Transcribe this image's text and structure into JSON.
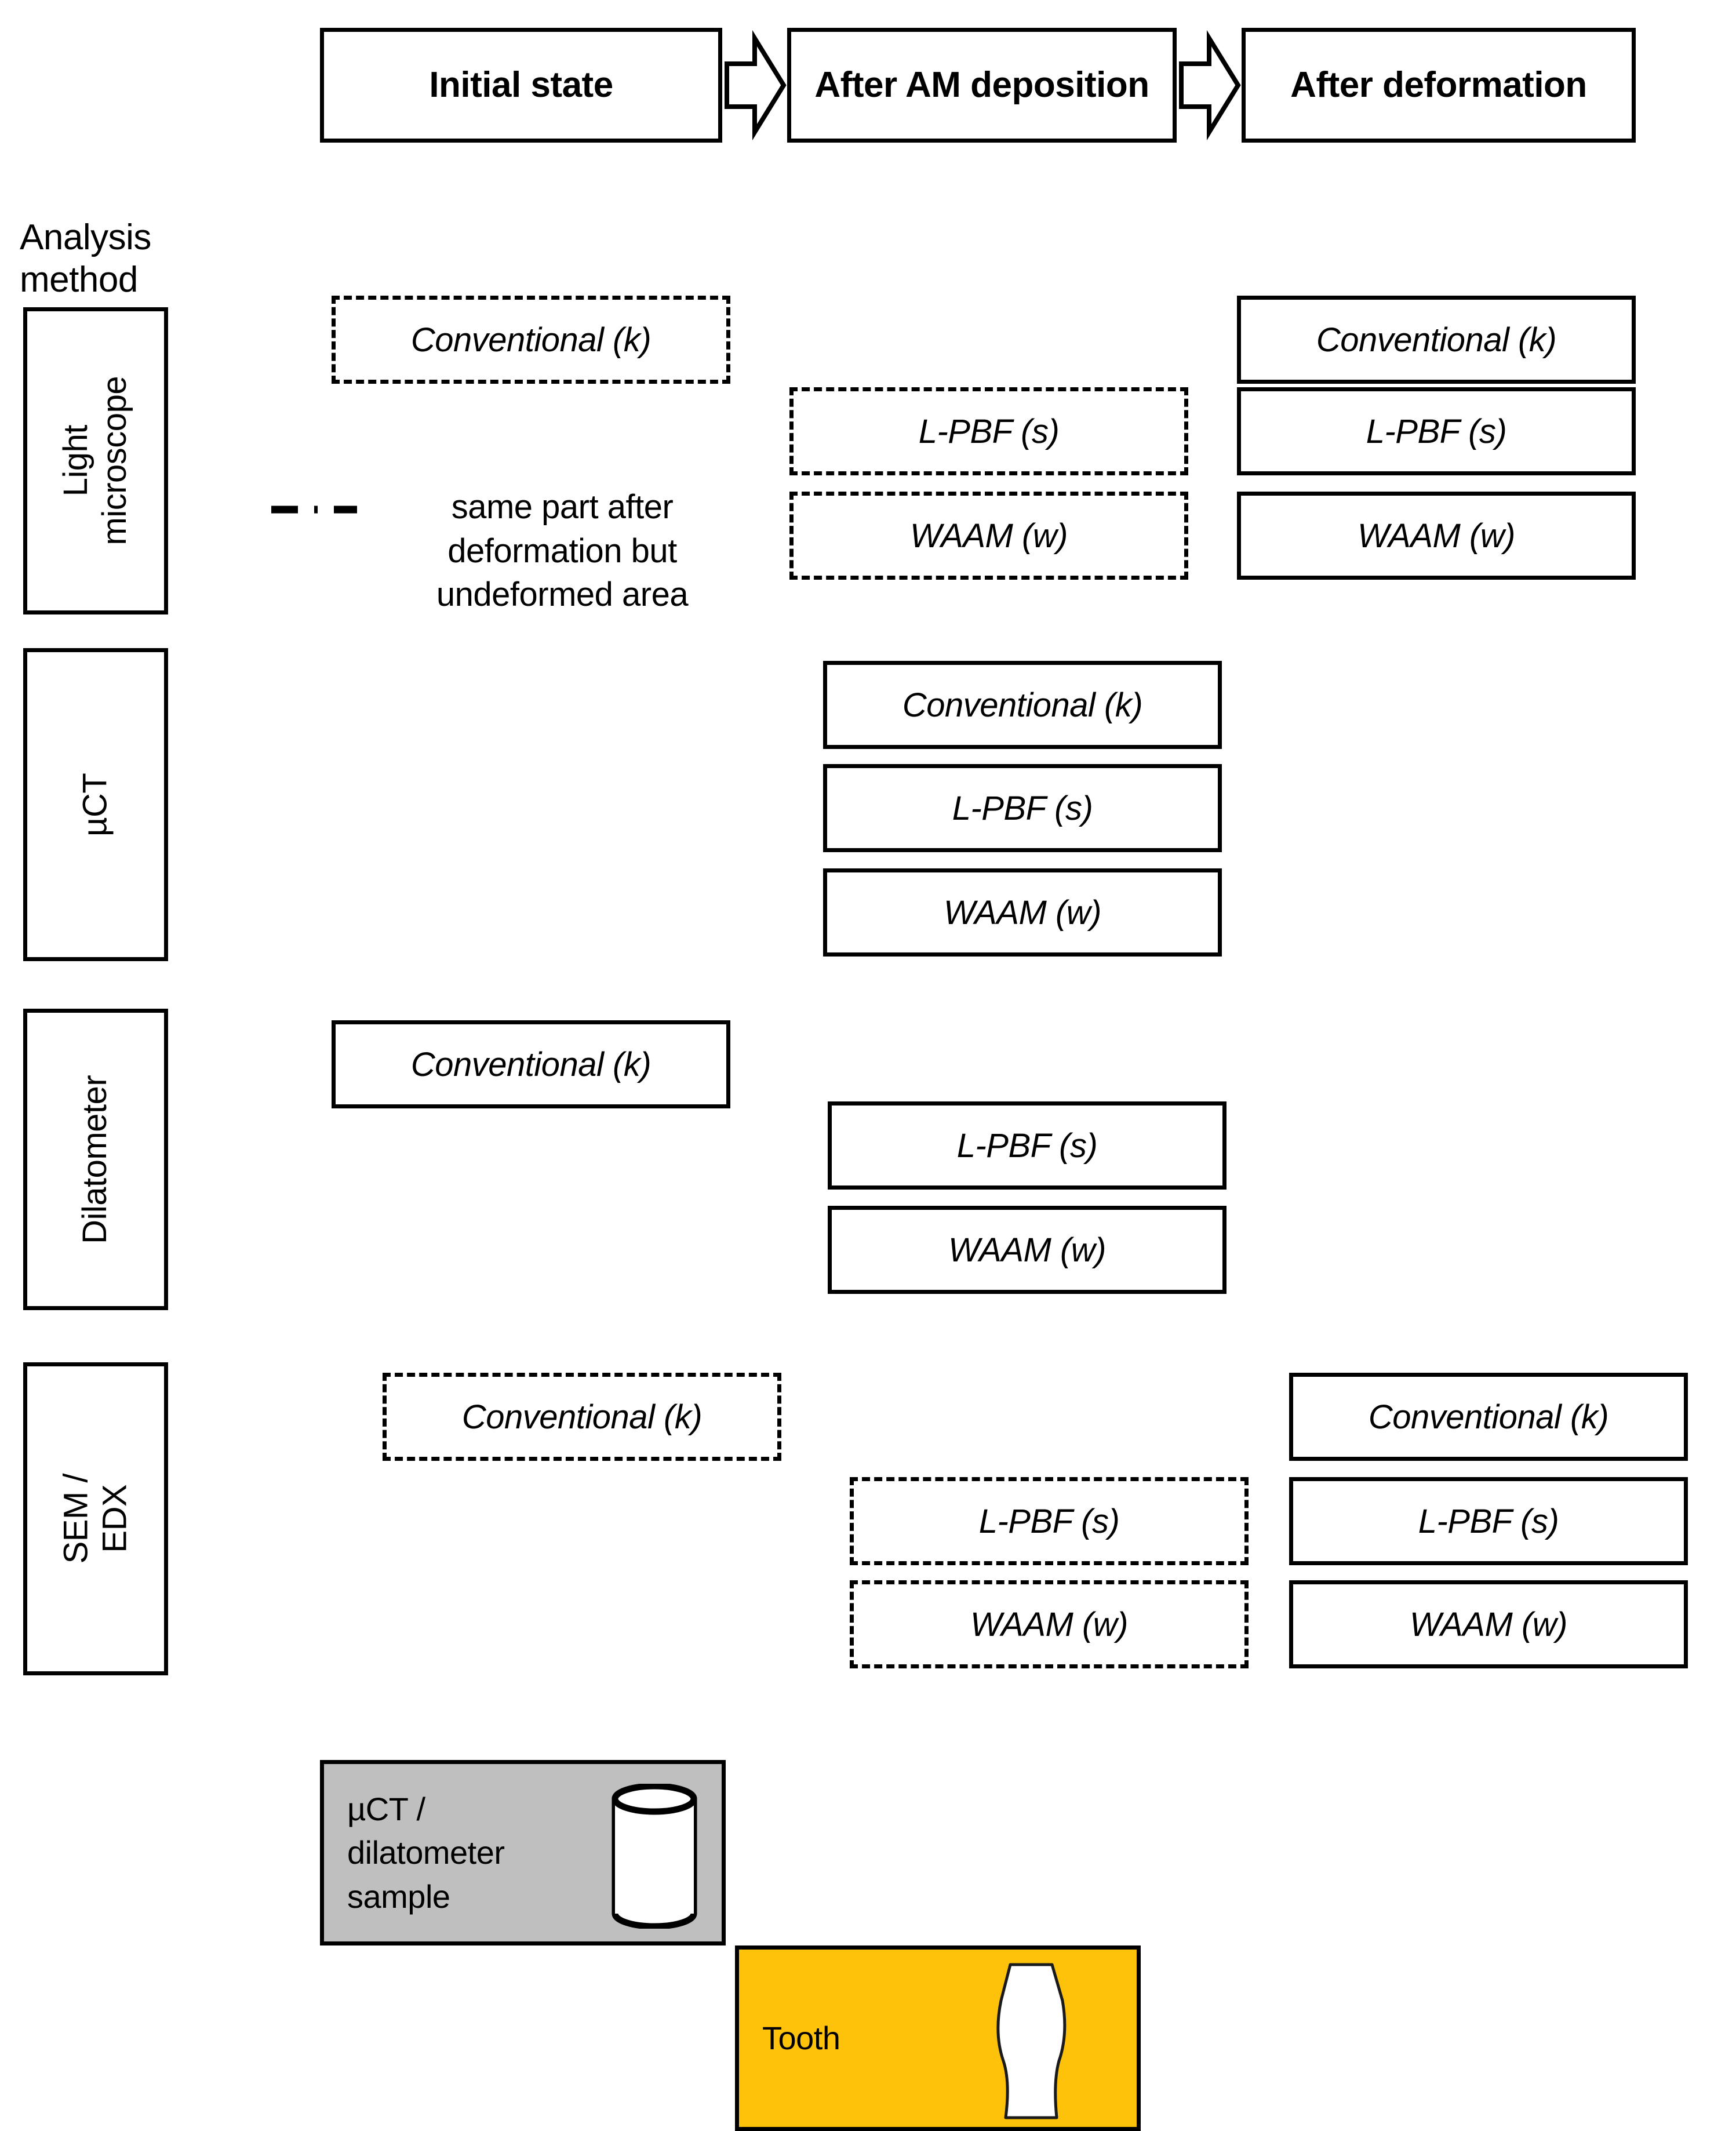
{
  "header": {
    "stages": [
      {
        "label": "Initial state"
      },
      {
        "label": "After AM\ndeposition"
      },
      {
        "label": "After\ndeformation"
      }
    ],
    "arrow_icon": "arrow-right-chevron"
  },
  "sidebar": {
    "caption": "Analysis\nmethod",
    "items": [
      {
        "label": "Light\nmicroscope"
      },
      {
        "label": "µCT"
      },
      {
        "label": "Dilatometer"
      },
      {
        "label": "SEM / EDX"
      }
    ]
  },
  "legend_note": {
    "marker": "dash-dash-dot-line",
    "text": "same part after\ndeformation but\nundeformed area"
  },
  "matrix": {
    "columns": [
      "Initial state",
      "After AM deposition",
      "After deformation"
    ],
    "rows": [
      {
        "method": "Light microscope",
        "initial_state": [
          {
            "label": "Conventional (k)",
            "style": "dashed"
          }
        ],
        "after_am_deposition": [
          {
            "label": "L-PBF (s)",
            "style": "dashed"
          },
          {
            "label": "WAAM (w)",
            "style": "dashed"
          }
        ],
        "after_deformation": [
          {
            "label": "Conventional (k)",
            "style": "solid"
          },
          {
            "label": "L-PBF (s)",
            "style": "solid"
          },
          {
            "label": "WAAM (w)",
            "style": "solid"
          }
        ]
      },
      {
        "method": "µCT",
        "initial_state": [],
        "after_am_deposition": [
          {
            "label": "Conventional (k)",
            "style": "solid"
          },
          {
            "label": "L-PBF (s)",
            "style": "solid"
          },
          {
            "label": "WAAM (w)",
            "style": "solid"
          }
        ],
        "after_deformation": []
      },
      {
        "method": "Dilatometer",
        "initial_state": [
          {
            "label": "Conventional (k)",
            "style": "solid"
          }
        ],
        "after_am_deposition": [
          {
            "label": "L-PBF (s)",
            "style": "solid"
          },
          {
            "label": "WAAM (w)",
            "style": "solid"
          }
        ],
        "after_deformation": []
      },
      {
        "method": "SEM / EDX",
        "initial_state": [
          {
            "label": "Conventional (k)",
            "style": "dashed"
          }
        ],
        "after_am_deposition": [
          {
            "label": "L-PBF (s)",
            "style": "dashed"
          },
          {
            "label": "WAAM (w)",
            "style": "dashed"
          }
        ],
        "after_deformation": [
          {
            "label": "Conventional (k)",
            "style": "solid"
          },
          {
            "label": "L-PBF (s)",
            "style": "solid"
          },
          {
            "label": "WAAM (w)",
            "style": "solid"
          }
        ]
      }
    ]
  },
  "legend": {
    "items": [
      {
        "label": "µCT /\ndilatometer\nsample",
        "color": "#BFBFBF",
        "art": "cylinder-sample-icon"
      },
      {
        "label": "Tooth",
        "color": "#FFC20A",
        "art": "tooth-specimen-icon"
      }
    ]
  },
  "cells": {
    "r1c1a": "Conventional (k)",
    "r1c2a": "L-PBF (s)",
    "r1c2b": "WAAM (w)",
    "r1c3a": "Conventional (k)",
    "r1c3b": "L-PBF (s)",
    "r1c3c": "WAAM (w)",
    "r2c2a": "Conventional (k)",
    "r2c2b": "L-PBF (s)",
    "r2c2c": "WAAM (w)",
    "r3c1a": "Conventional (k)",
    "r3c2a": "L-PBF (s)",
    "r3c2b": "WAAM (w)",
    "r4c1a": "Conventional (k)",
    "r4c2a": "L-PBF (s)",
    "r4c2b": "WAAM (w)",
    "r4c3a": "Conventional (k)",
    "r4c3b": "L-PBF (s)",
    "r4c3c": "WAAM (w)"
  }
}
